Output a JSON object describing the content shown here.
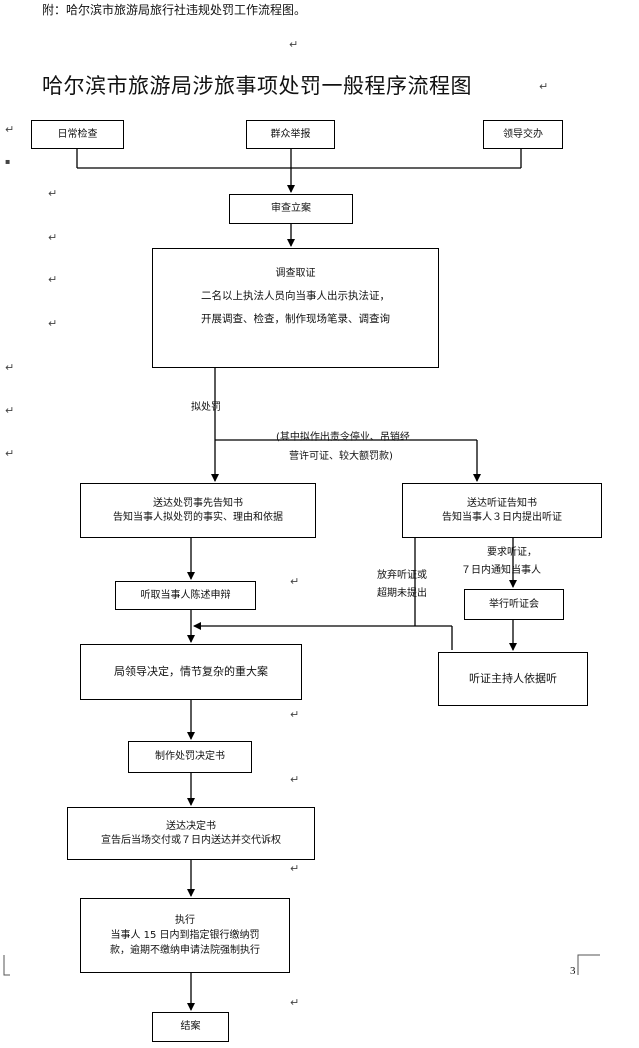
{
  "header_note": "附：哈尔滨市旅游局旅行社违规处罚工作流程图。",
  "title": "哈尔滨市旅游局涉旅事项处罚一般程序流程图",
  "page_number": "3",
  "nodes": {
    "daily_inspection": "日常检查",
    "public_report": "群众举报",
    "leader_assign": "领导交办",
    "review_filing": "审查立案",
    "investigate_title": "调查取证",
    "investigate_line1": "二名以上执法人员向当事人出示执法证，",
    "investigate_line2": "开展调查、检查，制作现场笔录、调查询",
    "prior_notice_title": "送达处罚事先告知书",
    "prior_notice_desc": "告知当事人拟处罚的事实、理由和依据",
    "hearing_notice_title": "送达听证告知书",
    "hearing_notice_desc": "告知当事人３日内提出听证",
    "hear_defense": "听取当事人陈述申辩",
    "hold_hearing": "举行听证会",
    "leader_decision": "局领导决定，情节复杂的重大案",
    "hearing_host": "听证主持人依据听",
    "make_decision": "制作处罚决定书",
    "deliver_title": "送达决定书",
    "deliver_desc": "宣告后当场交付或７日内送达并交代诉权",
    "execute_title": "执行",
    "execute_line1": "当事人 15 日内到指定银行缴纳罚",
    "execute_line2": "款，逾期不缴纳申请法院强制执行",
    "close_case": "结案"
  },
  "edge_labels": {
    "proposed_penalty": "拟处罚",
    "severe_note_1": "(其中拟作出责令停业、吊销经",
    "severe_note_2": "营许可证、较大额罚款)",
    "waive_1": "放弃听证或",
    "waive_2": "超期未提出",
    "request_1": "要求听证，",
    "request_2": "７日内通知当事人"
  }
}
